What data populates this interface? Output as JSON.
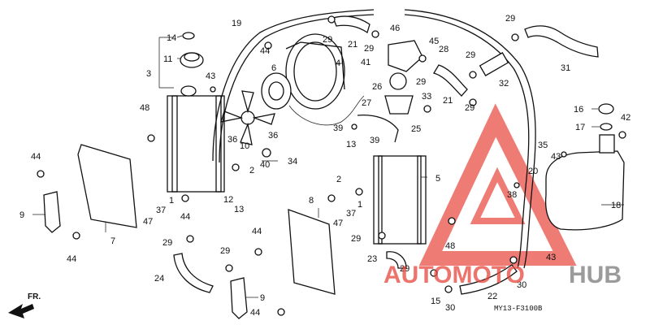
{
  "diagram_code": "MY13-F3100B",
  "front_label": "FR.",
  "watermark": {
    "part1": "AUTOMOTO",
    "part2": "HUB",
    "accent": "#e8463c",
    "gray": "#7a7a7a"
  },
  "callouts": {
    "c1": "1",
    "c2": "2",
    "c3": "3",
    "c4": "4",
    "c5": "5",
    "c6": "6",
    "c7": "7",
    "c8": "8",
    "c9": "9",
    "c10": "10",
    "c11": "11",
    "c12": "12",
    "c13": "13",
    "c14": "14",
    "c15": "15",
    "c16": "16",
    "c17": "17",
    "c18": "18",
    "c19": "19",
    "c20": "20",
    "c21": "21",
    "c22": "22",
    "c23": "23",
    "c24": "24",
    "c25": "25",
    "c26": "26",
    "c27": "27",
    "c28": "28",
    "c29": "29",
    "c30": "30",
    "c31": "31",
    "c32": "32",
    "c33": "33",
    "c34": "34",
    "c35": "35",
    "c36": "36",
    "c37": "37",
    "c38": "38",
    "c39": "39",
    "c40": "40",
    "c41": "41",
    "c42": "42",
    "c43": "43",
    "c44": "44",
    "c45": "45",
    "c46": "46",
    "c47": "47",
    "c48": "48"
  }
}
